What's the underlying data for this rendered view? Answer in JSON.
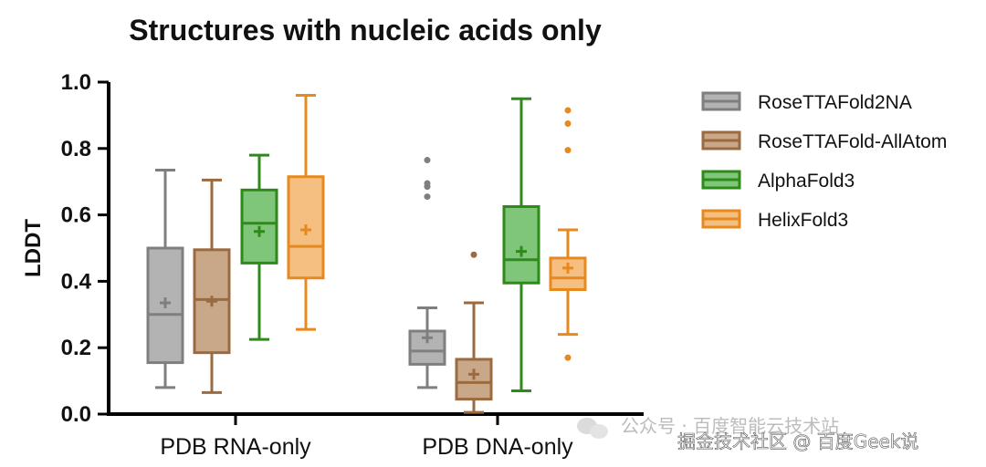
{
  "chart_data": {
    "type": "box",
    "title": "Structures with nucleic acids only",
    "ylabel": "LDDT",
    "xlabel": "",
    "ylim": [
      0.0,
      1.0
    ],
    "yticks": [
      "0.0",
      "0.2",
      "0.4",
      "0.6",
      "0.8",
      "1.0"
    ],
    "grid": false,
    "legend_position": "right",
    "categories": [
      "PDB RNA-only",
      "PDB DNA-only"
    ],
    "series": [
      {
        "name": "RoseTTAFold2NA",
        "color": "#7f7f7f",
        "fill": "#b3b3b3",
        "boxes": [
          {
            "min": 0.08,
            "q1": 0.155,
            "median": 0.3,
            "q3": 0.5,
            "max": 0.735,
            "mean": 0.335,
            "outliers": []
          },
          {
            "min": 0.08,
            "q1": 0.15,
            "median": 0.19,
            "q3": 0.25,
            "max": 0.32,
            "mean": 0.23,
            "outliers": [
              0.655,
              0.685,
              0.695,
              0.765
            ]
          }
        ]
      },
      {
        "name": "RoseTTAFold-AllAtom",
        "color": "#9b6a3f",
        "fill": "#c9a889",
        "boxes": [
          {
            "min": 0.065,
            "q1": 0.185,
            "median": 0.345,
            "q3": 0.495,
            "max": 0.705,
            "mean": 0.34,
            "outliers": []
          },
          {
            "min": 0.005,
            "q1": 0.045,
            "median": 0.095,
            "q3": 0.165,
            "max": 0.335,
            "mean": 0.12,
            "outliers": [
              0.48
            ]
          }
        ]
      },
      {
        "name": "AlphaFold3",
        "color": "#2e8b1a",
        "fill": "#7fc67a",
        "boxes": [
          {
            "min": 0.225,
            "q1": 0.455,
            "median": 0.575,
            "q3": 0.675,
            "max": 0.78,
            "mean": 0.55,
            "outliers": []
          },
          {
            "min": 0.07,
            "q1": 0.395,
            "median": 0.465,
            "q3": 0.625,
            "max": 0.95,
            "mean": 0.49,
            "outliers": []
          }
        ]
      },
      {
        "name": "HelixFold3",
        "color": "#e8891e",
        "fill": "#f5bf82",
        "boxes": [
          {
            "min": 0.255,
            "q1": 0.41,
            "median": 0.505,
            "q3": 0.715,
            "max": 0.96,
            "mean": 0.555,
            "outliers": []
          },
          {
            "min": 0.24,
            "q1": 0.375,
            "median": 0.41,
            "q3": 0.47,
            "max": 0.555,
            "mean": 0.44,
            "outliers": [
              0.17,
              0.795,
              0.875,
              0.915
            ]
          }
        ]
      }
    ]
  },
  "watermark": {
    "line1": "公众号 · 百度智能云技术站",
    "line2": "掘金技术社区 @ 百度Geek说",
    "icon": "wechat-icon"
  }
}
